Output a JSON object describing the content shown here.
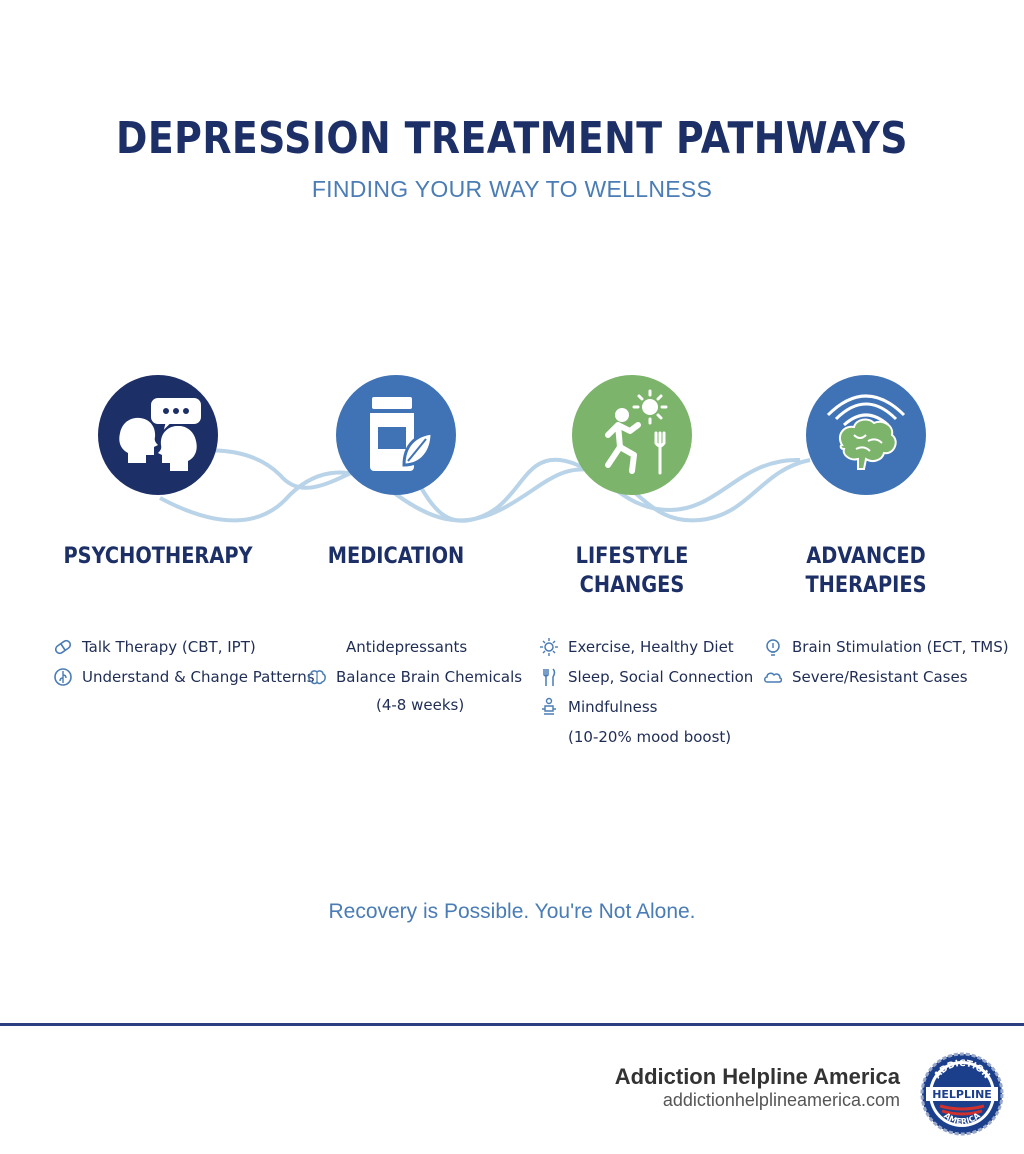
{
  "header": {
    "title": "DEPRESSION TREATMENT PATHWAYS",
    "subtitle": "FINDING YOUR WAY TO WELLNESS"
  },
  "colors": {
    "navy": "#1c2f66",
    "mid_blue": "#3f73b5",
    "green": "#7cb46b",
    "wave": "#b9d3e8",
    "accent": "#4a7cb5"
  },
  "pathways": [
    {
      "heading": "PSYCHOTHERAPY",
      "icon": "talking-heads-icon",
      "items": [
        {
          "icon": "pill-icon",
          "text": "Talk Therapy (CBT, IPT)"
        },
        {
          "icon": "leaf-icon",
          "text": "Understand & Change Patterns"
        }
      ]
    },
    {
      "heading": "MEDICATION",
      "icon": "medicine-bottle-icon",
      "items": [
        {
          "icon": "",
          "text": "Antidepressants"
        },
        {
          "icon": "brain-icon",
          "text": "Balance Brain Chemicals"
        },
        {
          "icon": "",
          "text": "(4-8 weeks)"
        }
      ]
    },
    {
      "heading_line1": "LIFESTYLE",
      "heading_line2": "CHANGES",
      "icon": "running-person-icon",
      "items": [
        {
          "icon": "sun-icon",
          "text": "Exercise, Healthy Diet"
        },
        {
          "icon": "fork-icon",
          "text": "Sleep, Social Connection"
        },
        {
          "icon": "meditation-icon",
          "text": "Mindfulness"
        },
        {
          "icon": "",
          "text": "(10-20% mood boost)"
        }
      ]
    },
    {
      "heading_line1": "ADVANCED",
      "heading_line2": "THERAPIES",
      "icon": "brain-waves-icon",
      "items": [
        {
          "icon": "bulb-icon",
          "text": "Brain Stimulation (ECT, TMS)"
        },
        {
          "icon": "cloud-icon",
          "text": "Severe/Resistant Cases"
        }
      ]
    }
  ],
  "tagline": "Recovery is Possible. You're Not Alone.",
  "footer": {
    "brand_name": "Addiction Helpline America",
    "url": "addictionhelplineamerica.com",
    "logo_top": "ADDICTION",
    "logo_middle": "HELPLINE",
    "logo_bottom": "AMERICA"
  }
}
